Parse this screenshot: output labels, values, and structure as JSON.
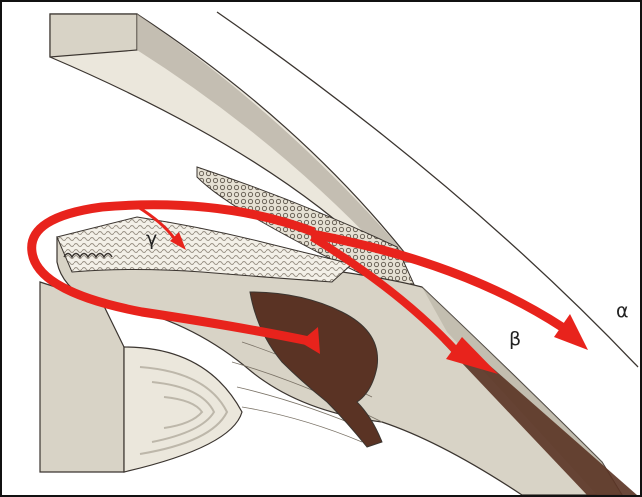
{
  "figure": {
    "labels": {
      "alpha": "α",
      "beta": "β",
      "gamma": "γ"
    },
    "colors": {
      "arrow": "#e8231c",
      "tissue": "#d8d3c6",
      "tissue_shadow": "#b3ad9f",
      "tissue_light": "#ebe7dc",
      "pigment": "#5a3324",
      "outline": "#3b3530",
      "label": "#222222",
      "frame": "#111111"
    }
  }
}
